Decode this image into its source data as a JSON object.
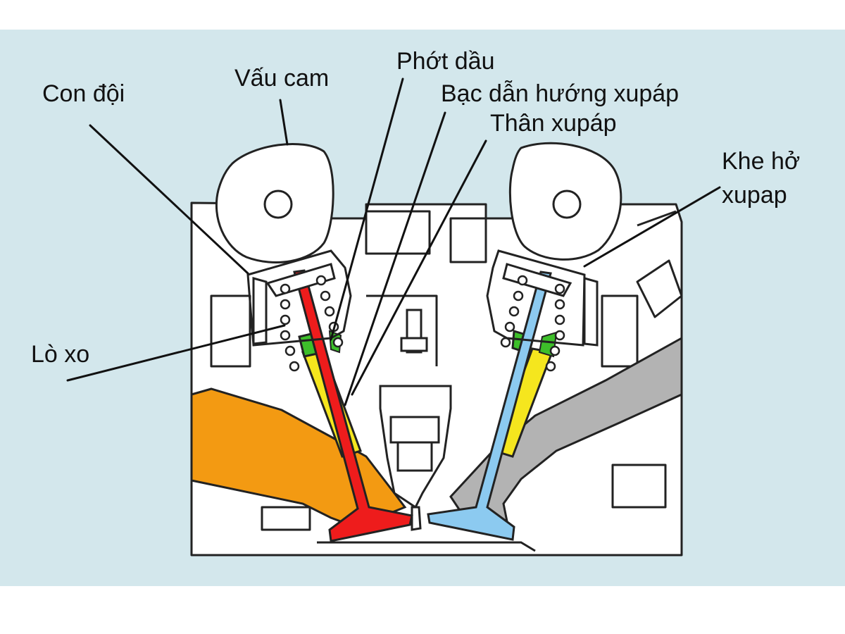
{
  "labels": {
    "con_doi": "Con đội",
    "vau_cam": "Vấu cam",
    "phot_dau": "Phớt dầu",
    "bac_dan_huong": "Bạc dẫn hướng xupáp",
    "than_xupap": "Thân xupáp",
    "khe_ho_line1": "Khe hở",
    "khe_ho_line2": "xupap",
    "lo_xo": "Lò xo"
  },
  "colors": {
    "panel_background": "#d3e7ec",
    "engine_body": "#ffffff",
    "intake_port": "#f39a12",
    "exhaust_port": "#b3b3b3",
    "intake_valve": "#ee1c1c",
    "exhaust_valve": "#8ccaf0",
    "valve_guide": "#f5e61e",
    "oil_seal": "#3dbf2a",
    "outline": "#222222"
  }
}
